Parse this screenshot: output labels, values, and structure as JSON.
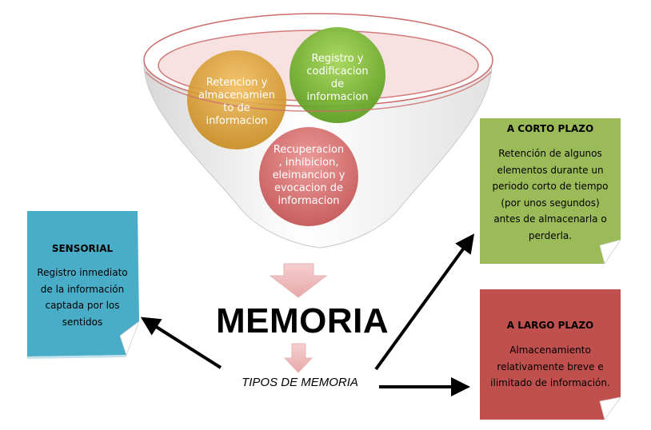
{
  "funnel": {
    "circles": [
      {
        "lines": [
          "Retencion y",
          "almacenamien",
          "to de",
          "informacion"
        ],
        "color": "#e4a43a"
      },
      {
        "lines": [
          "Registro y",
          "codificacion",
          "de",
          "informacion"
        ],
        "color": "#8cc43e"
      },
      {
        "lines": [
          "Recuperacion",
          ", inhibicion,",
          "eleimancion y",
          "evocacion de",
          "informacion"
        ],
        "color": "#d86b6b"
      }
    ]
  },
  "title": "MEMORIA",
  "subtitle": "TIPOS DE MEMORIA",
  "notes": {
    "sensorial": {
      "title": "SENSORIAL",
      "lines": [
        "Registro inmediato",
        "de la información",
        "captada por los",
        "sentidos"
      ],
      "color": "#4aadc7"
    },
    "corto": {
      "title": "A CORTO PLAZO",
      "lines": [
        "Retención de algunos",
        "elementos durante un",
        "periodo corto de tiempo",
        "(por unos segundos)",
        "antes de almacenarla o",
        "perderla."
      ],
      "color": "#9bbb59"
    },
    "largo": {
      "title": "A LARGO PLAZO",
      "lines": [
        "Almacenamiento",
        "relativamente breve e",
        "ilimitado de información."
      ],
      "color": "#c0504d"
    }
  }
}
